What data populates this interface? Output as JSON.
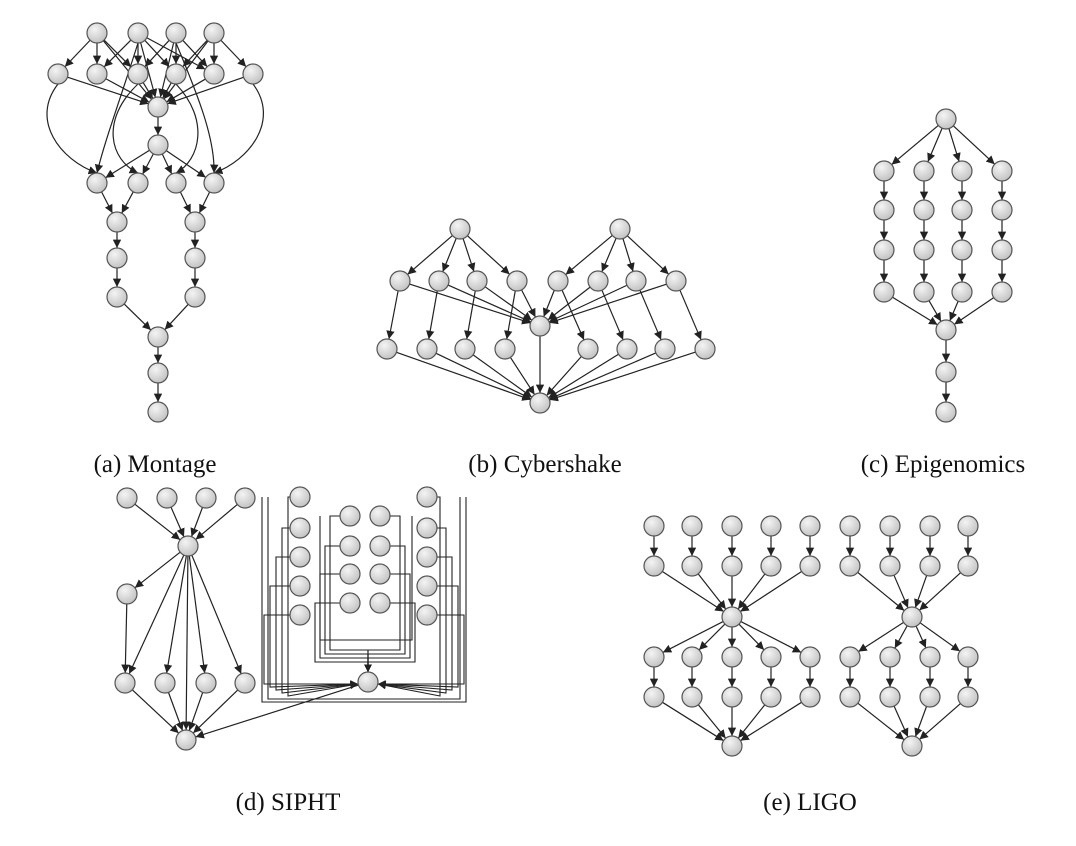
{
  "captions": {
    "montage": "(a) Montage",
    "cybershake": "(b) Cybershake",
    "epigenomics": "(c) Epigenomics",
    "sipht": "(d) SIPHT",
    "ligo": "(e) LIGO"
  },
  "colors": {
    "node_fill_light": "#f2f2f2",
    "node_fill_dark": "#c4c4c4",
    "node_stroke": "#555555",
    "edge": "#222222"
  }
}
